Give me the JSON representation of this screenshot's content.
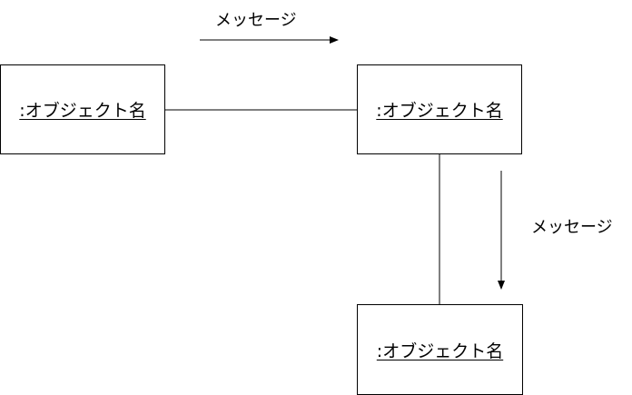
{
  "diagram": {
    "objects": [
      {
        "label": ":オブジェクト名"
      },
      {
        "label": ":オブジェクト名"
      },
      {
        "label": ":オブジェクト名"
      }
    ],
    "messages": [
      {
        "label": "メッセージ"
      },
      {
        "label": "メッセージ"
      }
    ],
    "colors": {
      "stroke": "#000000",
      "background": "#ffffff"
    }
  }
}
